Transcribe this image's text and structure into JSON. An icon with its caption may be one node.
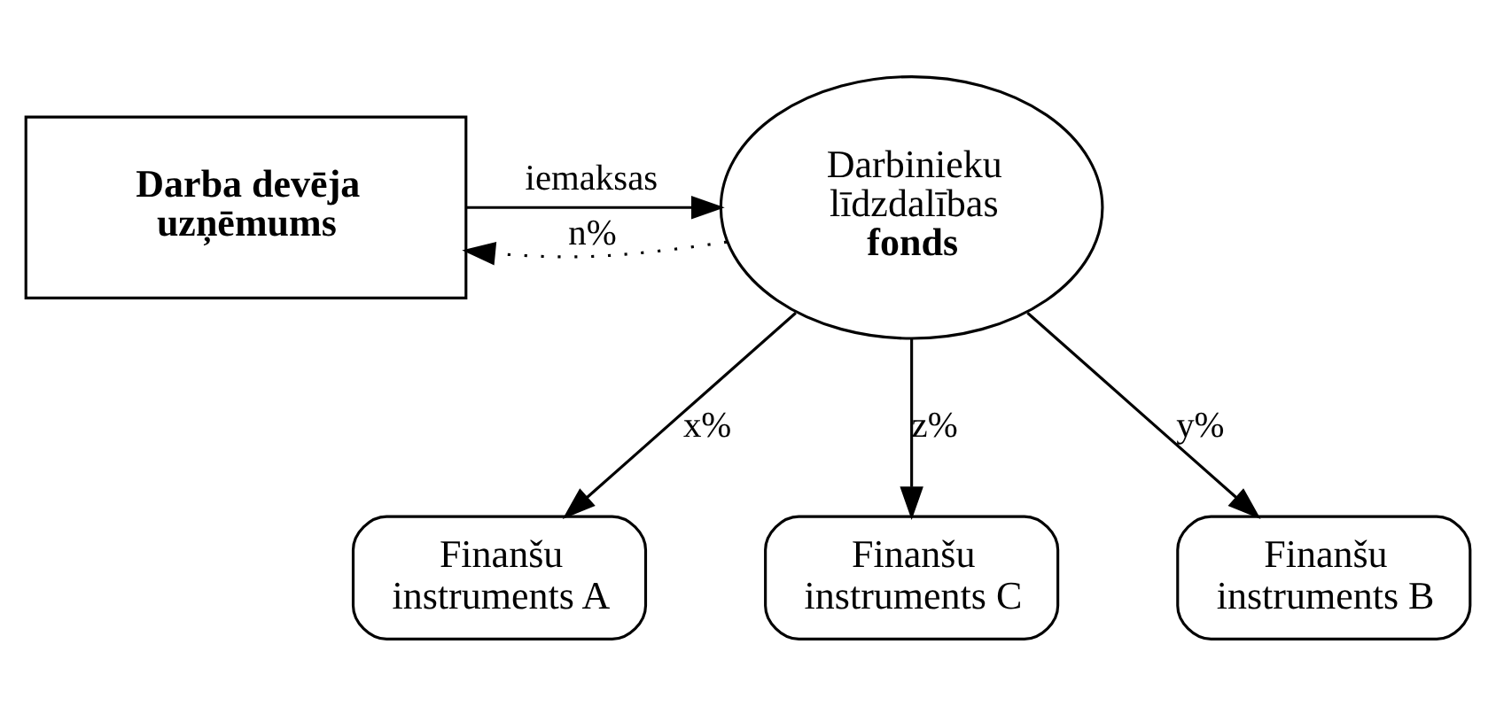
{
  "diagram": {
    "nodes": [
      {
        "text": [
          "Darba devēja uzņēmums"
        ]
      },
      {
        "text": [
          "Darbinieku līdzdalības **fonds**"
        ]
      },
      {
        "text": [
          "Finanšu instruments A"
        ]
      },
      {
        "text": [
          "Finanšu instruments C"
        ]
      },
      {
        "text": [
          "Finanšu instruments B"
        ]
      }
    ],
    "edges": [
      {
        "from": 0,
        "to": 1,
        "arrow": "to",
        "label": "iemaksas"
      },
      {
        "from": 1,
        "to": 0,
        "arrow": "to",
        "label": "n%",
        "style": "dashed"
      },
      {
        "from": 1,
        "to": 2,
        "arrow": "to",
        "label": "x%"
      },
      {
        "from": 1,
        "to": 3,
        "arrow": "to",
        "label": "z%"
      },
      {
        "from": 1,
        "to": 4,
        "arrow": "to",
        "label": "y%"
      }
    ]
  }
}
